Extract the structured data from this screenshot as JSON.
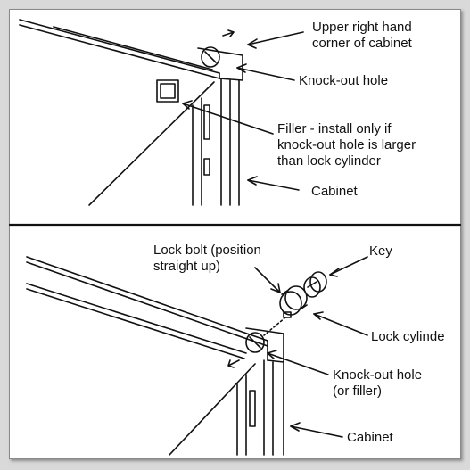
{
  "top_panel": {
    "upper_right_corner": "Upper right hand\ncorner of cabinet",
    "knockout_hole": "Knock-out hole",
    "filler": "Filler - install only if\nknock-out hole is larger\nthan lock cylinder",
    "cabinet": "Cabinet"
  },
  "bottom_panel": {
    "lock_bolt": "Lock bolt (position\nstraight up)",
    "key": "Key",
    "lock_cylinder": "Lock cylinde",
    "knockout_hole_or_filler": "Knock-out hole\n(or filler)",
    "cabinet": "Cabinet"
  }
}
